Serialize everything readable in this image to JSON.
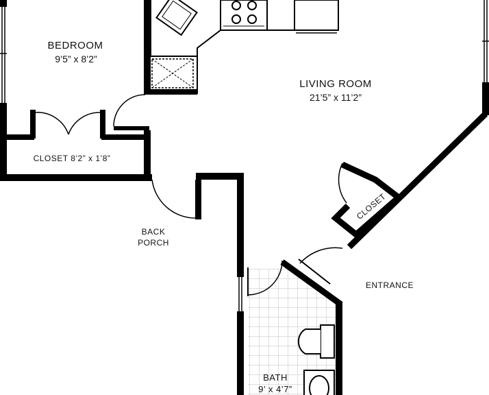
{
  "rooms": {
    "bedroom": {
      "name": "BEDROOM",
      "size": "9’5” x 8’2”"
    },
    "living": {
      "name": "LIVING ROOM",
      "size": "21’5” x 11’2”"
    },
    "closet_bedroom": {
      "name": "CLOSET 8’2” x 1’8”"
    },
    "back_porch": {
      "line1": "BACK",
      "line2": "PORCH"
    },
    "closet_living": {
      "name": "CLOSET"
    },
    "entrance": {
      "name": "ENTRANCE"
    },
    "bath": {
      "name": "BATH",
      "size": "9’ x 4’7”"
    }
  },
  "colors": {
    "wall": "#000000",
    "background": "#ffffff",
    "tile": "#bdbdbd"
  },
  "icons": [
    "sink-icon",
    "stove-icon",
    "toilet-icon",
    "washbasin-icon",
    "door-swing-icon"
  ]
}
